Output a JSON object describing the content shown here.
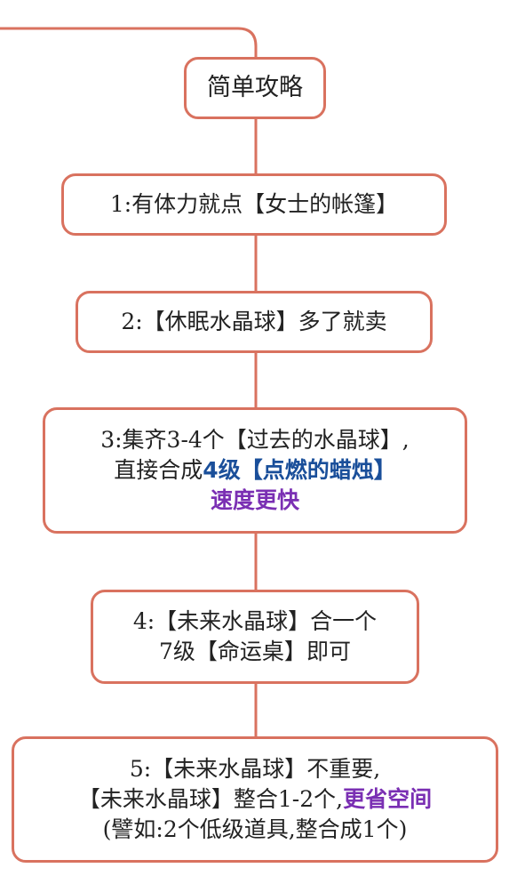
{
  "diagram": {
    "accent_color": "#d9725f",
    "title": "简单攻略",
    "steps": [
      {
        "line1": "1:有体力就点【女士的帐篷】"
      },
      {
        "line1": "2:【休眠水晶球】多了就卖"
      },
      {
        "line1": "3:集齐3-4个【过去的水晶球】,",
        "line2_plain": "直接合成",
        "line2_blue": "4级【点燃的蜡烛】",
        "line3_purple": "速度更快"
      },
      {
        "line1": "4:【未来水晶球】合一个",
        "line2": "7级【命运桌】即可"
      },
      {
        "line1": "5:【未来水晶球】不重要,",
        "line2_plain": "【未来水晶球】整合1-2个,",
        "line2_purple": "更省空间",
        "line3": "(譬如:2个低级道具,整合成1个)"
      }
    ]
  }
}
